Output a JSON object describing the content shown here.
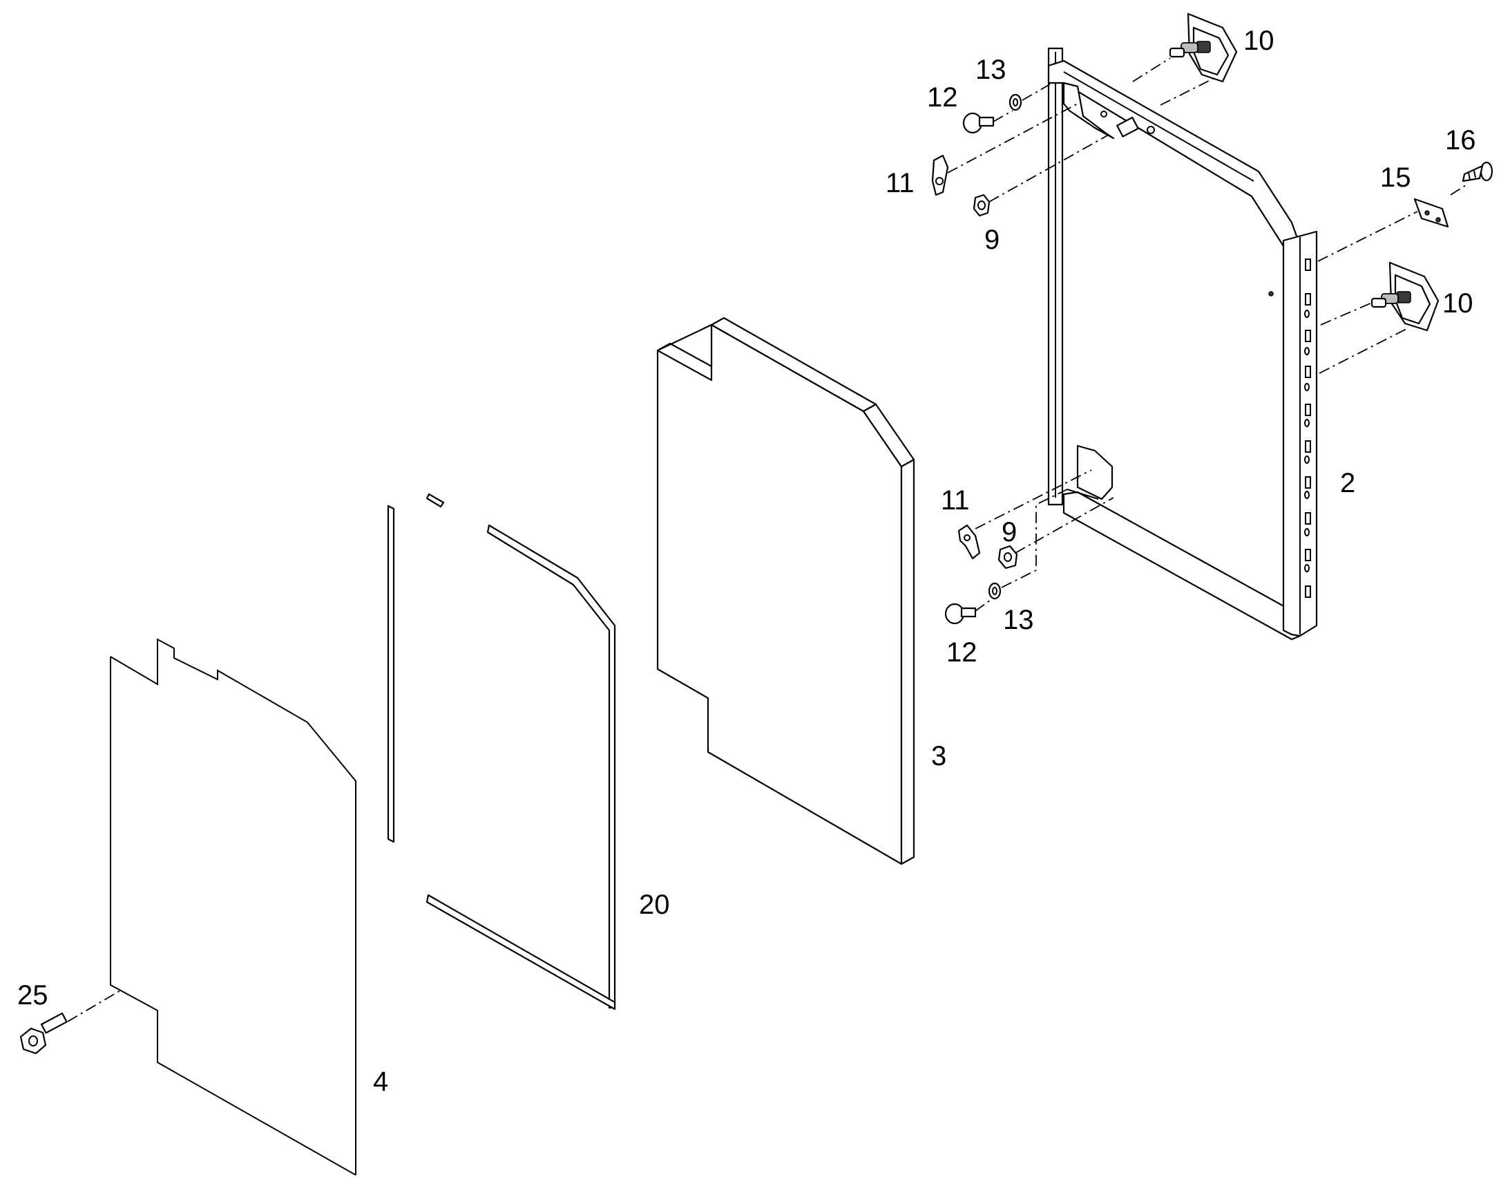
{
  "diagram": {
    "callouts": [
      {
        "id": "c10a",
        "label": "10"
      },
      {
        "id": "c13a",
        "label": "13"
      },
      {
        "id": "c12a",
        "label": "12"
      },
      {
        "id": "c11a",
        "label": "11"
      },
      {
        "id": "c9a",
        "label": "9"
      },
      {
        "id": "c16",
        "label": "16"
      },
      {
        "id": "c15",
        "label": "15"
      },
      {
        "id": "c10b",
        "label": "10"
      },
      {
        "id": "c2",
        "label": "2"
      },
      {
        "id": "c11b",
        "label": "11"
      },
      {
        "id": "c9b",
        "label": "9"
      },
      {
        "id": "c13b",
        "label": "13"
      },
      {
        "id": "c12b",
        "label": "12"
      },
      {
        "id": "c3",
        "label": "3"
      },
      {
        "id": "c20",
        "label": "20"
      },
      {
        "id": "c25",
        "label": "25"
      },
      {
        "id": "c4",
        "label": "4"
      }
    ]
  }
}
